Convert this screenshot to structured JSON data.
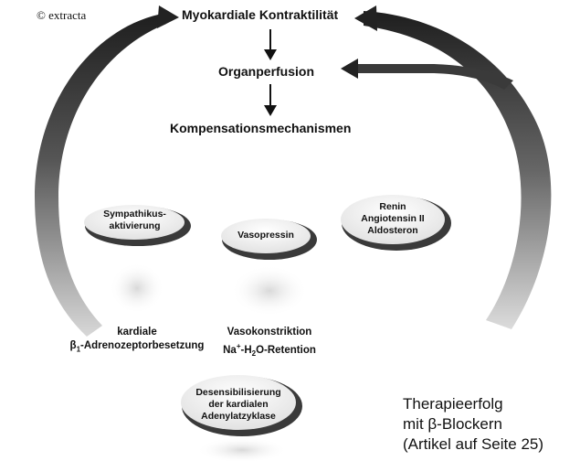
{
  "copyright": "© extracta",
  "top_title": "Myokardiale Kontraktilität",
  "organ": "Organperfusion",
  "komp": "Kompensationsmechanismen",
  "ellipse_left": [
    "Sympathikus-",
    "aktivierung"
  ],
  "ellipse_mid": "Vasopressin",
  "ellipse_right": [
    "Renin",
    "Angiotensin II",
    "Aldosteron"
  ],
  "bottom_left": {
    "line1": "kardiale",
    "beta": "β",
    "sub": "1",
    "rest": "-Adrenozeptorbesetzung"
  },
  "bottom_mid": {
    "line1": "Vasokonstriktion",
    "na": "Na",
    "plus": "+",
    "h": "-H",
    "two": "2",
    "o": "O-Retention"
  },
  "ellipse_bottom": [
    "Desensibilisierung",
    "der kardialen",
    "Adenylatzyklase"
  ],
  "note": [
    "Therapieerfolg",
    "mit β-Blockern",
    "(Artikel auf Seite 25)"
  ],
  "colors": {
    "arc_dark": "#2a2a2a",
    "arc_light": "#bdbdbd",
    "ellipse_shadow": "#444444",
    "ellipse_fill": "#f4f4f4"
  }
}
